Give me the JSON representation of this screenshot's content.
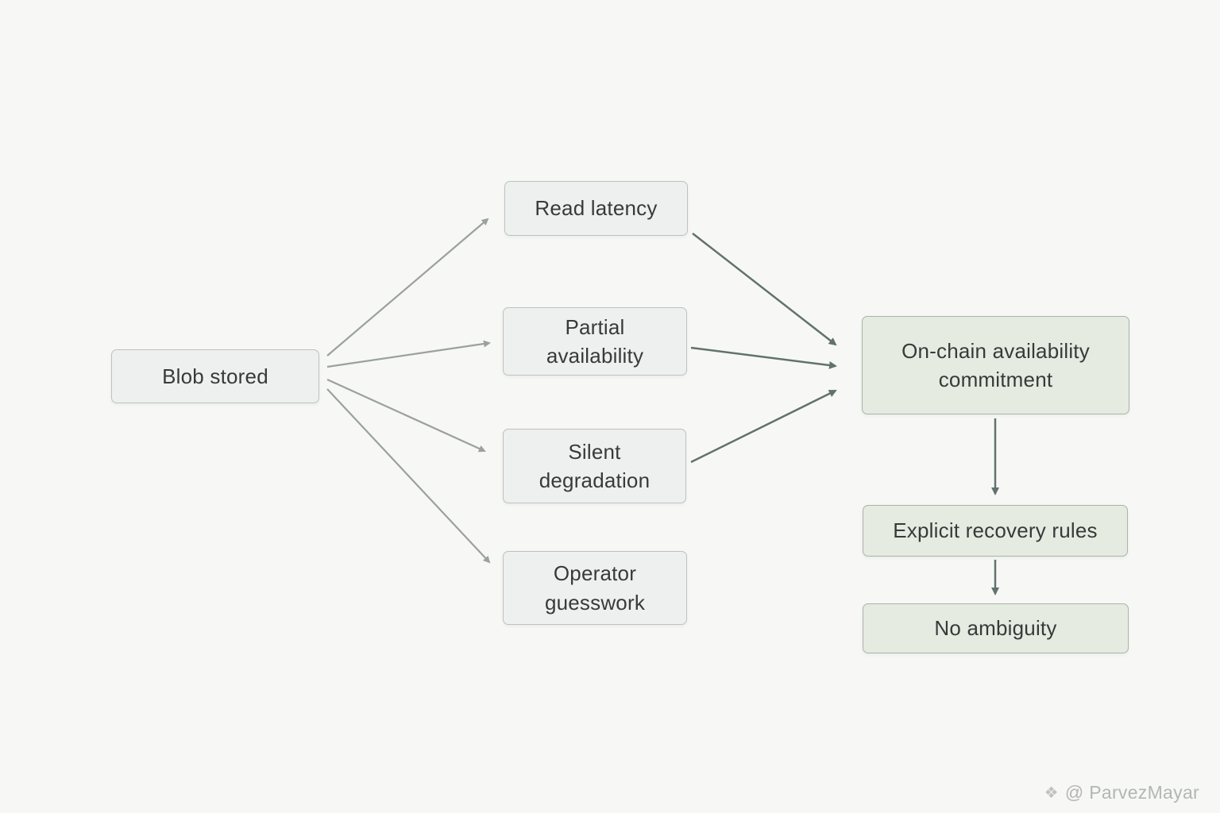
{
  "diagram": {
    "nodes": {
      "blob_stored": {
        "label": "Blob stored"
      },
      "read_latency": {
        "label": "Read latency"
      },
      "partial_availability": {
        "label": "Partial\navailability"
      },
      "silent_degradation": {
        "label": "Silent\ndegradation"
      },
      "operator_guesswork": {
        "label": "Operator\nguesswork"
      },
      "onchain_commitment": {
        "label": "On-chain availability\ncommitment"
      },
      "explicit_recovery": {
        "label": "Explicit recovery rules"
      },
      "no_ambiguity": {
        "label": "No ambiguity"
      }
    },
    "edges": [
      {
        "from": "blob_stored",
        "to": "read_latency"
      },
      {
        "from": "blob_stored",
        "to": "partial_availability"
      },
      {
        "from": "blob_stored",
        "to": "silent_degradation"
      },
      {
        "from": "blob_stored",
        "to": "operator_guesswork"
      },
      {
        "from": "read_latency",
        "to": "onchain_commitment"
      },
      {
        "from": "partial_availability",
        "to": "onchain_commitment"
      },
      {
        "from": "silent_degradation",
        "to": "onchain_commitment"
      },
      {
        "from": "onchain_commitment",
        "to": "explicit_recovery"
      },
      {
        "from": "explicit_recovery",
        "to": "no_ambiguity"
      }
    ],
    "colors": {
      "background": "#f7f8f6",
      "gray_node_fill": "#eef0ef",
      "gray_node_border": "#bcc2c0",
      "green_node_fill": "#e5ebe1",
      "green_node_border": "#aab4a9",
      "arrow_light": "#9aa19e",
      "arrow_dark": "#62726e",
      "text": "#363b39"
    }
  },
  "watermark": {
    "icon": "❖",
    "text": "@ ParvezMayar"
  }
}
